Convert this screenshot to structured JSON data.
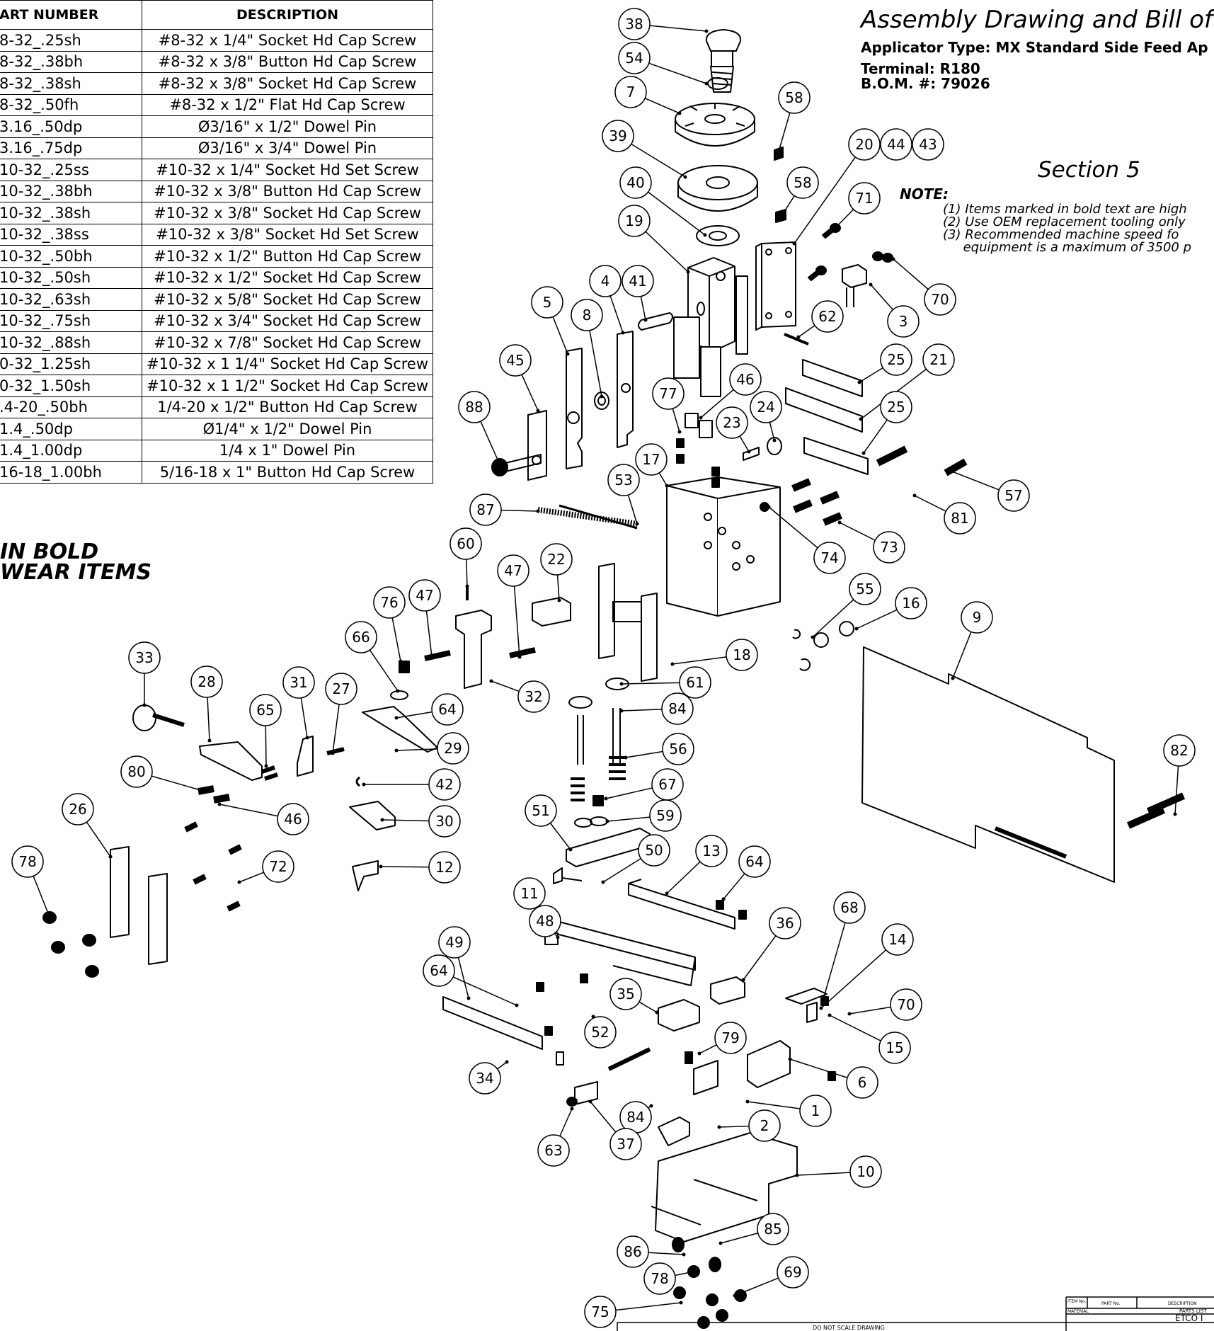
{
  "bom": {
    "header": {
      "part_number": "ART NUMBER",
      "description": "DESCRIPTION"
    },
    "rows": [
      {
        "pn": "8-32_.25sh",
        "desc": "#8-32 x 1/4\" Socket Hd Cap Screw"
      },
      {
        "pn": "8-32_.38bh",
        "desc": "#8-32 x 3/8\" Button Hd Cap Screw"
      },
      {
        "pn": "8-32_.38sh",
        "desc": "#8-32 x 3/8\" Socket Hd Cap Screw"
      },
      {
        "pn": "8-32_.50fh",
        "desc": "#8-32 x 1/2\" Flat Hd Cap Screw"
      },
      {
        "pn": "3.16_.50dp",
        "desc": "Ø3/16\" x 1/2\" Dowel Pin"
      },
      {
        "pn": "3.16_.75dp",
        "desc": "Ø3/16\" x 3/4\" Dowel Pin"
      },
      {
        "pn": "10-32_.25ss",
        "desc": "#10-32 x 1/4\" Socket Hd Set Screw"
      },
      {
        "pn": "10-32_.38bh",
        "desc": "#10-32 x 3/8\" Button Hd Cap Screw"
      },
      {
        "pn": "10-32_.38sh",
        "desc": "#10-32 x 3/8\" Socket Hd Cap Screw"
      },
      {
        "pn": "10-32_.38ss",
        "desc": "#10-32 x 3/8\" Socket Hd Set Screw"
      },
      {
        "pn": "10-32_.50bh",
        "desc": "#10-32 x 1/2\" Button Hd Cap Screw"
      },
      {
        "pn": "10-32_.50sh",
        "desc": "#10-32 x 1/2\" Socket Hd Cap Screw"
      },
      {
        "pn": "10-32_.63sh",
        "desc": "#10-32 x 5/8\" Socket Hd Cap Screw"
      },
      {
        "pn": "10-32_.75sh",
        "desc": "#10-32 x 3/4\" Socket Hd Cap Screw"
      },
      {
        "pn": "10-32_.88sh",
        "desc": "#10-32 x 7/8\" Socket Hd Cap Screw"
      },
      {
        "pn": "0-32_1.25sh",
        "desc": "#10-32 x 1 1/4\" Socket Hd Cap Screw"
      },
      {
        "pn": "0-32_1.50sh",
        "desc": "#10-32 x 1 1/2\" Socket Hd Cap Screw"
      },
      {
        "pn": ".4-20_.50bh",
        "desc": "1/4-20 x 1/2\" Button Hd Cap Screw"
      },
      {
        "pn": "1.4_.50dp",
        "desc": "Ø1/4\" x 1/2\" Dowel Pin"
      },
      {
        "pn": "1.4_1.00dp",
        "desc": "1/4 x 1\" Dowel Pin"
      },
      {
        "pn": "16-18_1.00bh",
        "desc": "5/16-18 x 1\" Button Hd Cap Screw"
      }
    ]
  },
  "header": {
    "title": "Assembly Drawing and Bill of Ma",
    "applicator": "Applicator Type: MX Standard Side Feed Ap",
    "terminal": "Terminal: R180",
    "bom_number": "B.O.M. #: 79026"
  },
  "section": "Section 5",
  "notes": {
    "label": "NOTE:",
    "lines": [
      "(1) Items marked in bold text are high",
      "(2) Use OEM replacement tooling only",
      "(3) Recommended machine speed fo",
      "     equipment is a maximum of 3500 p"
    ]
  },
  "bold_note": [
    "IN BOLD",
    "WEAR ITEMS"
  ],
  "title_block": {
    "item_no": "ITEM No.",
    "part_no": "PART No.",
    "description": "DESCRIPTION",
    "parts_list": "PARTS LIST",
    "material": "MATERIAL",
    "company": "ETCO I",
    "do_not_scale": "DO NOT SCALE DRAWING"
  },
  "balloons": [
    "38",
    "54",
    "7",
    "58",
    "39",
    "58",
    "40",
    "20",
    "44",
    "43",
    "71",
    "19",
    "5",
    "4",
    "41",
    "8",
    "3",
    "70",
    "62",
    "45",
    "77",
    "46",
    "25",
    "21",
    "88",
    "23",
    "24",
    "25",
    "17",
    "53",
    "87",
    "57",
    "81",
    "74",
    "73",
    "60",
    "22",
    "47",
    "76",
    "47",
    "55",
    "16",
    "9",
    "66",
    "18",
    "33",
    "28",
    "31",
    "27",
    "61",
    "84",
    "32",
    "64",
    "65",
    "29",
    "56",
    "80",
    "82",
    "42",
    "46",
    "67",
    "59",
    "51",
    "26",
    "30",
    "78",
    "72",
    "12",
    "50",
    "13",
    "64",
    "11",
    "68",
    "48",
    "14",
    "36",
    "49",
    "64",
    "70",
    "35",
    "52",
    "15",
    "79",
    "6",
    "34",
    "1",
    "84",
    "2",
    "37",
    "63",
    "10",
    "85",
    "86",
    "69",
    "78",
    "75"
  ]
}
